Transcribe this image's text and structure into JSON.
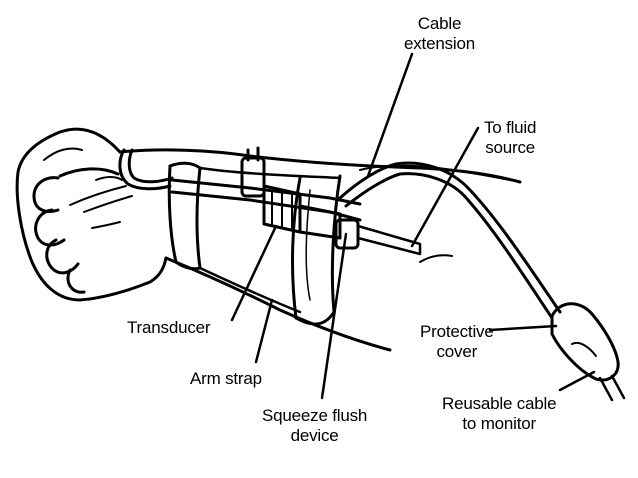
{
  "colors": {
    "ink": "#000000",
    "paper": "#ffffff"
  },
  "labels": {
    "cable_extension": [
      "Cable",
      "extension"
    ],
    "to_fluid_source": [
      "To fluid",
      "source"
    ],
    "transducer": "Transducer",
    "arm_strap": "Arm strap",
    "squeeze_flush": [
      "Squeeze flush",
      "device"
    ],
    "protective_cover": [
      "Protective",
      "cover"
    ],
    "reusable_cable": [
      "Reusable cable",
      "to monitor"
    ]
  }
}
